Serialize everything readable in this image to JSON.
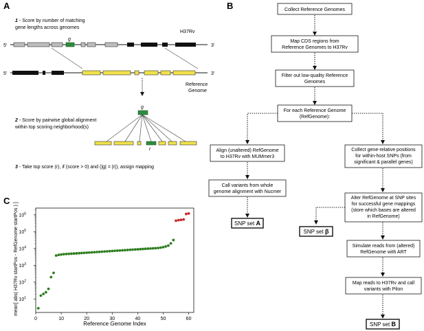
{
  "panels": {
    "a": "A",
    "b": "B",
    "c": "C"
  },
  "panel_a": {
    "step1": {
      "num": "1",
      "text_line1": " - Score by number of matching",
      "text_line2": "gene lengths across genomes"
    },
    "gene_g": "g",
    "h37rv_label": "H37Rv",
    "five_prime": "5'",
    "three_prime": "3'",
    "reference_label_line1": "Reference",
    "reference_label_line2": "Genome",
    "step2": {
      "num": "2",
      "text_line1": " - Score by pairwise global alignment",
      "text_line2": "within top scoring neighborhood(s)"
    },
    "gene_g2": "g",
    "gene_r": "r",
    "step3": {
      "num": "3",
      "text": " - Take top score (r), if (score > 0) and (|g| = |r|), assign mapping"
    }
  },
  "panel_b": {
    "collect": "Collect Reference Genomes",
    "map_cds": [
      "Map CDS regions from",
      "Reference Genomes to H37Rv"
    ],
    "filter": [
      "Filter out low-quality Reference",
      "Genomes"
    ],
    "for_each": [
      "For each Reference Genome",
      "(RefGenome):"
    ],
    "align": [
      "Align (unaltered) RefGenome",
      "to H37Rv with MUMmer3"
    ],
    "call_variants": [
      "Call variants from whole",
      "genome alignment with Nucmer"
    ],
    "snp_a": {
      "prefix": "SNP set ",
      "letter": "A"
    },
    "collect_positions": [
      "Collect gene-relative positions",
      "for within-host SNPs (from",
      "significant & parallel genes)"
    ],
    "alter": [
      "Alter RefGenome at SNP sites",
      "for successful gene mappings",
      "(store which bases are altered",
      "in RefGenome)"
    ],
    "snp_beta": {
      "prefix": "SNP set ",
      "letter": "β"
    },
    "simulate": [
      "Simulate reads from (altered)",
      "RefGenome with ART"
    ],
    "map_reads": [
      "Map reads to H37Rv and call",
      "variants with Pilon"
    ],
    "snp_b": {
      "prefix": "SNP set ",
      "letter": "B"
    }
  },
  "chart_data": {
    "type": "scatter",
    "title": "",
    "xlabel": "Reference Genome Index",
    "ylabel": "mean[ abs( H37Rv startPos - RefGenome startPos ) ]",
    "xlim": [
      0,
      62
    ],
    "ylim_log10": [
      0.2,
      6.4
    ],
    "log_y": true,
    "xticks": [
      0,
      10,
      20,
      30,
      40,
      50,
      60
    ],
    "yticks": [
      {
        "base": "10",
        "exp": "1",
        "power": 1
      },
      {
        "base": "10",
        "exp": "2",
        "power": 2
      },
      {
        "base": "10",
        "exp": "3",
        "power": 3
      },
      {
        "base": "10",
        "exp": "4",
        "power": 4
      },
      {
        "base": "10",
        "exp": "5",
        "power": 5
      },
      {
        "base": "10",
        "exp": "6",
        "power": 6
      }
    ],
    "colors": {
      "mapped": "#2e7d1e",
      "unmapped": "#c62828"
    },
    "series": [
      {
        "color_key": "mapped",
        "x": [
          1,
          2,
          3,
          4,
          5,
          6,
          7,
          8,
          9,
          10,
          11,
          12,
          13,
          14,
          15,
          16,
          17,
          18,
          19,
          20,
          21,
          22,
          23,
          24,
          25,
          26,
          27,
          28,
          29,
          30,
          31,
          32,
          33,
          34,
          35,
          36,
          37,
          38,
          39,
          40,
          41,
          42,
          43,
          44,
          45,
          46,
          47,
          48,
          49,
          50,
          51,
          52,
          53,
          54
        ],
        "y_log10": [
          0.45,
          1.2,
          1.3,
          1.4,
          1.6,
          2.3,
          2.55,
          3.58,
          3.62,
          3.64,
          3.66,
          3.67,
          3.68,
          3.69,
          3.7,
          3.71,
          3.72,
          3.73,
          3.74,
          3.75,
          3.76,
          3.77,
          3.78,
          3.79,
          3.8,
          3.81,
          3.82,
          3.83,
          3.84,
          3.85,
          3.86,
          3.87,
          3.88,
          3.89,
          3.9,
          3.91,
          3.92,
          3.93,
          3.94,
          3.95,
          3.96,
          3.97,
          3.98,
          3.99,
          4.0,
          4.01,
          4.02,
          4.03,
          4.05,
          4.08,
          4.12,
          4.17,
          4.3,
          4.5
        ]
      },
      {
        "color_key": "unmapped",
        "x": [
          55,
          56,
          57,
          58,
          59,
          60
        ],
        "y_log10": [
          5.65,
          5.68,
          5.7,
          5.72,
          6.05,
          6.08
        ]
      }
    ]
  }
}
